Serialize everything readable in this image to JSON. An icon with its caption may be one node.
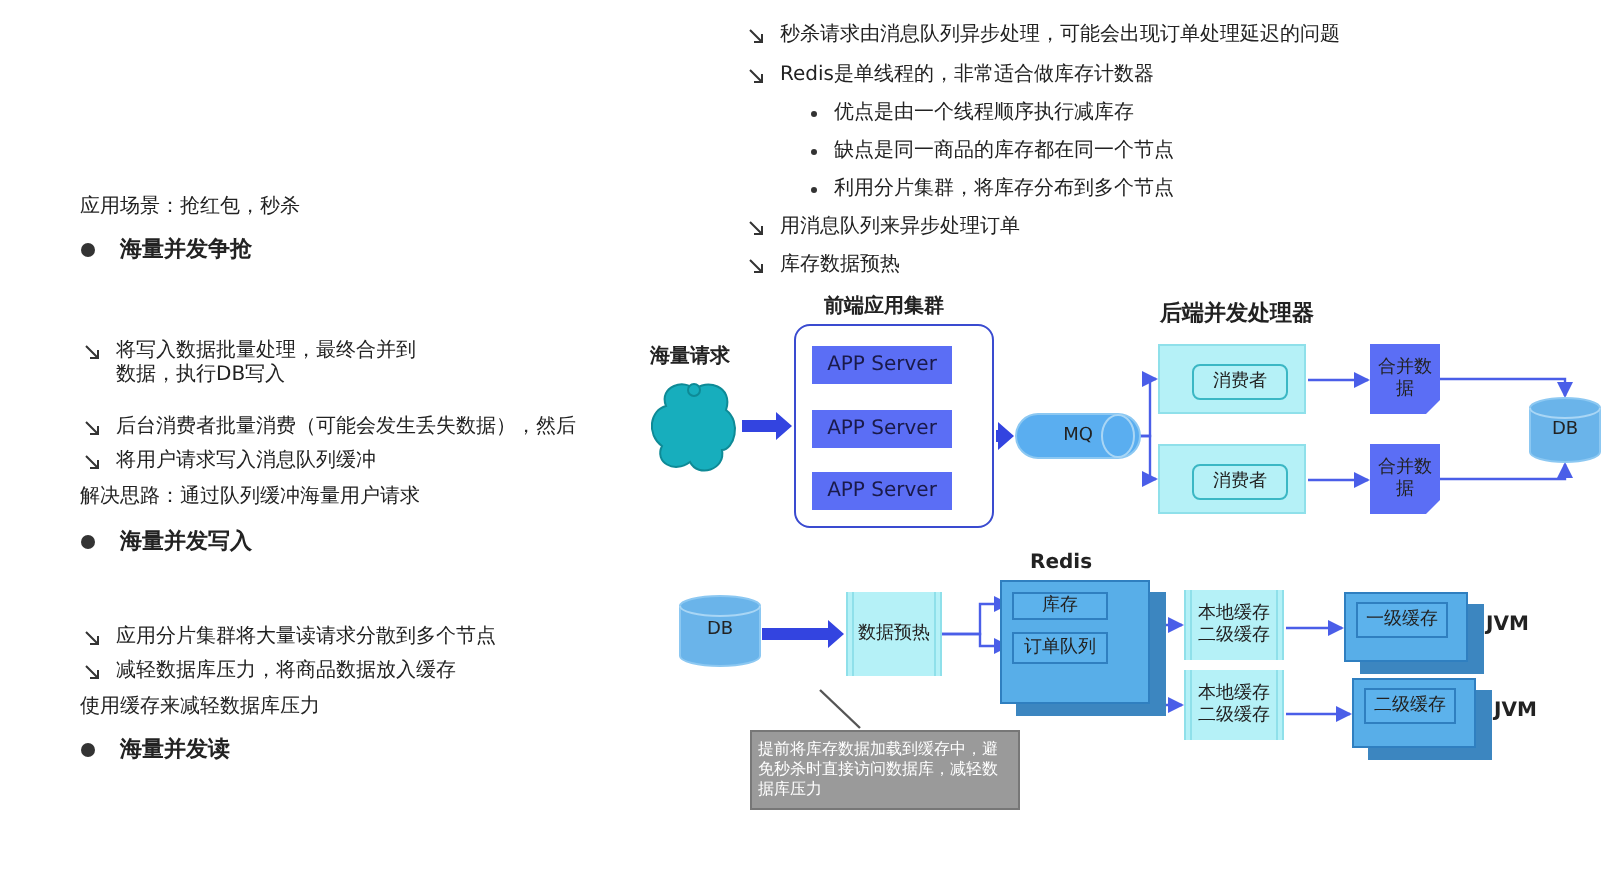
{
  "diagram": {
    "nodes": [
      {
        "text": [
          "海量请求"
        ]
      },
      {
        "text": [
          "前端应用集群"
        ]
      },
      {
        "text": [
          "APP Server"
        ],
        "in": 1
      },
      {
        "text": [
          "APP Server"
        ],
        "in": 1
      },
      {
        "text": [
          "APP Server"
        ],
        "in": 1
      },
      {
        "text": [
          "MQ"
        ]
      },
      {
        "text": [],
        "shape": "box"
      },
      {
        "text": [
          "消费者"
        ],
        "in": 6
      },
      {
        "text": [],
        "shape": "box"
      },
      {
        "text": [
          "消费者"
        ],
        "in": 8
      },
      {
        "text": [
          "合并数据"
        ]
      },
      {
        "text": [
          "合并数据"
        ]
      },
      {
        "text": [
          "DB"
        ]
      },
      {
        "text": [
          "DB"
        ]
      },
      {
        "text": [
          "数据预热"
        ]
      },
      {
        "text": [
          "Redis"
        ]
      },
      {
        "text": [
          "库存"
        ],
        "in": 15
      },
      {
        "text": [
          "订单队列"
        ],
        "in": 15
      },
      {
        "text": [
          "本地缓存二级缓存"
        ]
      },
      {
        "text": [
          "本地缓存二级缓存"
        ]
      },
      {
        "text": [],
        "shape": "box",
        "beside": [
          "JVM"
        ]
      },
      {
        "text": [
          "一级缓存"
        ],
        "in": 20
      },
      {
        "text": [],
        "shape": "box",
        "beside": [
          "JVM"
        ]
      },
      {
        "text": [
          "二级缓存"
        ],
        "in": 22
      },
      {
        "text": [
          "提前将库存数据加载到缓存中，避免秒杀时直接访问数据库，减轻数据库压力"
        ]
      }
    ],
    "edges": [
      {
        "from": 0,
        "to": 1,
        "arrow": "to",
        "style": "thick"
      },
      {
        "from": 1,
        "to": 5,
        "arrow": "to",
        "style": "thick"
      },
      {
        "from": 5,
        "to": 6,
        "arrow": "to"
      },
      {
        "from": 5,
        "to": 8,
        "arrow": "to"
      },
      {
        "from": 6,
        "to": 10,
        "arrow": "to"
      },
      {
        "from": 8,
        "to": 11,
        "arrow": "to"
      },
      {
        "from": 10,
        "to": 12,
        "arrow": "to"
      },
      {
        "from": 11,
        "to": 12,
        "arrow": "to"
      },
      {
        "from": 13,
        "to": 14,
        "arrow": "to",
        "style": "thick"
      },
      {
        "from": 14,
        "to": 16,
        "arrow": "to"
      },
      {
        "from": 14,
        "to": 17,
        "arrow": "to"
      },
      {
        "from": 15,
        "to": 18,
        "arrow": "to"
      },
      {
        "from": 15,
        "to": 19,
        "arrow": "to"
      },
      {
        "from": 18,
        "to": 20,
        "arrow": "to"
      },
      {
        "from": 19,
        "to": 22,
        "arrow": "to"
      },
      {
        "from": 24,
        "to": null,
        "arrow": "none",
        "color": "#555555"
      }
    ],
    "labels": [
      "秒杀请求由消息队列异步处理，可能会出现订单处理延迟的问题",
      "Redis是单线程的，非常适合做库存计数器",
      "优点是由一个线程顺序执行减库存",
      "缺点是同一商品的库存都在同一个节点",
      "利用分片集群，将库存分布到多个节点",
      "用消息队列来异步处理订单",
      "库存数据预热",
      "应用场景：抢红包，秒杀",
      "海量并发争抢",
      "后端并发处理器",
      "将写入数据批量处理，最终合并到数据，执行DB写入",
      "后台消费者批量消费（可能会发生丢失数据），然后",
      "将用户请求写入消息队列缓冲",
      "解决思路：通过队列缓冲海量用户请求",
      "海量并发写入",
      "应用分片集群将大量读请求分散到多个节点",
      "减轻数据库压力，将商品数据放入缓存",
      "使用缓存来减轻数据库压力",
      "海量并发读"
    ]
  }
}
